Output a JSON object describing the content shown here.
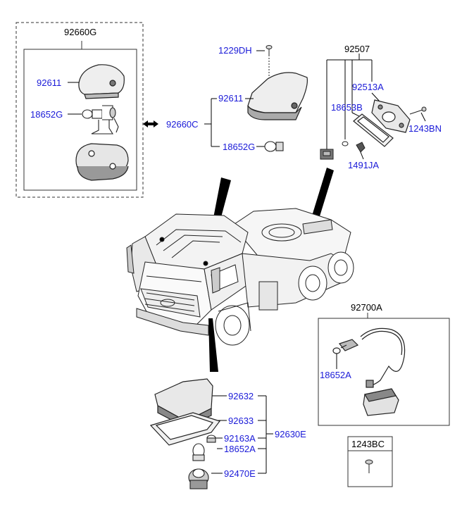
{
  "colors": {
    "label": "#1a1ad8",
    "line": "#000000",
    "background": "#ffffff"
  },
  "groups": {
    "assembly_92660G": "92660G",
    "assembly_92660C": "92660C",
    "assembly_92507": "92507",
    "assembly_92700A": "92700A",
    "assembly_92630E": "92630E",
    "box_1243BC": "1243BC"
  },
  "parts": {
    "p92611_a": "92611",
    "p18652G_a": "18652G",
    "p1229DH": "1229DH",
    "p92611_b": "92611",
    "p18652G_b": "18652G",
    "p92513A": "92513A",
    "p18653B": "18653B",
    "p1243BN": "1243BN",
    "p1491JA": "1491JA",
    "p18652A_a": "18652A",
    "p92632": "92632",
    "p92633": "92633",
    "p92163A": "92163A",
    "p18652A_b": "18652A",
    "p92470E": "92470E"
  },
  "icons": {
    "arrow": "double-arrow-icon",
    "truck": "truck-illustration",
    "screw": "screw-icon"
  }
}
